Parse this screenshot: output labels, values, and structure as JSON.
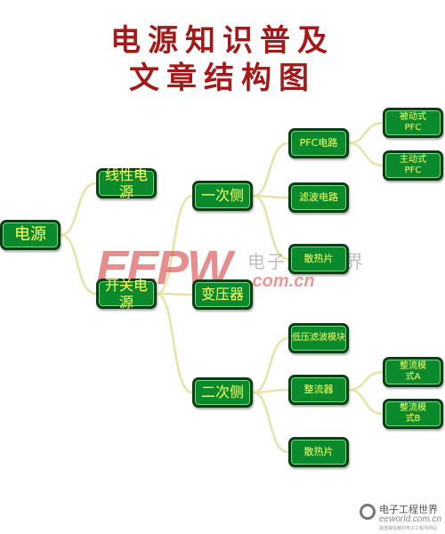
{
  "title": {
    "line1": "电源知识普及",
    "line2": "文章结构图"
  },
  "nodes": {
    "root": "电源",
    "linear": "线性电源",
    "switching": "开关电源",
    "primary": "一次侧",
    "transformer": "变压器",
    "secondary": "二次侧",
    "pfc": "PFC电路",
    "filter": "滤波电路",
    "heatsink1": "散热片",
    "passive_pfc": "被动式\nPFC",
    "active_pfc": "主动式\nPFC",
    "low_voltage_filter": "低压滤波模块",
    "rectifier": "整流器",
    "heatsink2": "散热片",
    "rect_mode_a": "整流模\n式A",
    "rect_mode_b": "整流模\n式B"
  },
  "watermark": {
    "brand": "EEPW",
    "chinese": "电子产品世界",
    "domain": ".com.cn"
  },
  "logo": {
    "name": "电子工程世界",
    "domain": "eeworld.com.cn",
    "slogan": "最值得信赖的电子工程师网站"
  },
  "colors": {
    "node_fill": "#0a8a2c",
    "node_text": "#ffff66",
    "node_border": "#0b3d16",
    "link": "#e6e3a8",
    "title": "#a31a1a"
  }
}
